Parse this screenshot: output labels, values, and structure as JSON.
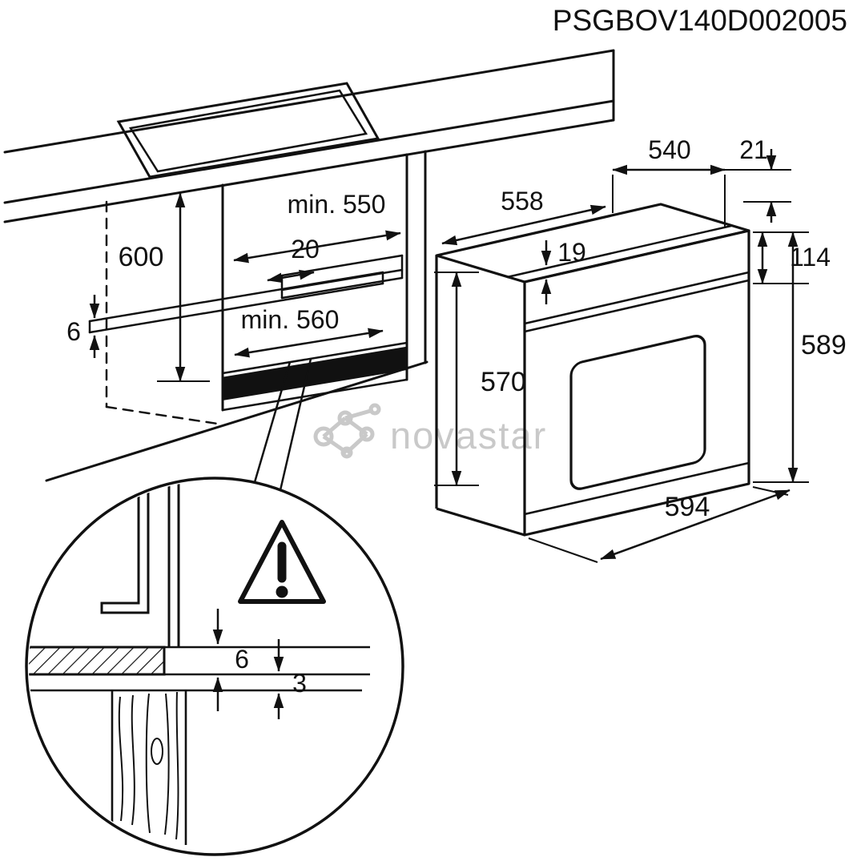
{
  "title": "PSGBOV140D002005",
  "watermark": "novastar",
  "cabinet": {
    "height": "600",
    "front_strip_thickness": "6",
    "min_depth": "min. 550",
    "rail_offset": "20",
    "min_width": "min. 560"
  },
  "oven": {
    "top_width": "540",
    "top_trim": "21",
    "body_width": "558",
    "top_step": "19",
    "panel_height": "114",
    "total_height": "589",
    "body_height": "570",
    "total_depth": "594"
  },
  "detail": {
    "gap_worktop": "6",
    "gap_panel": "3"
  }
}
